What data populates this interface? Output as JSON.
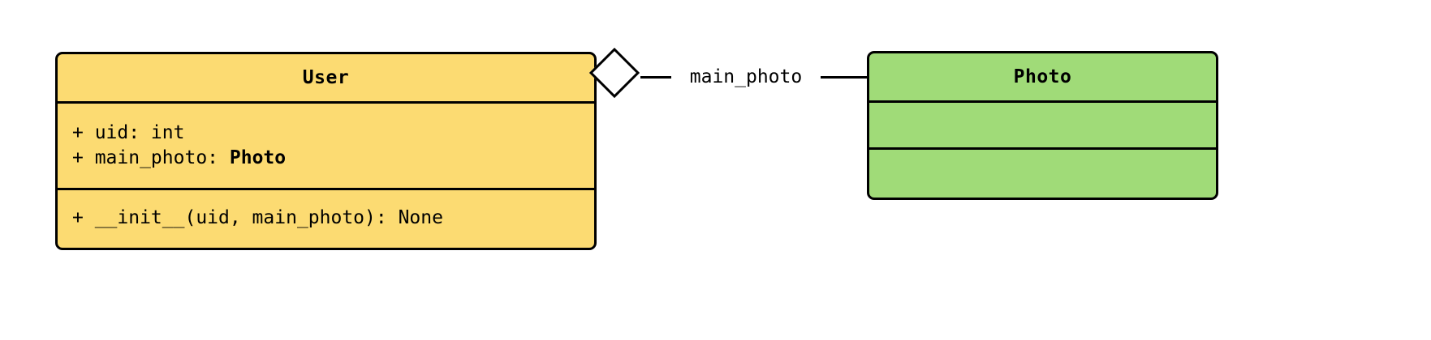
{
  "diagram": {
    "type": "uml-class-diagram",
    "background": "#ffffff",
    "classes": [
      {
        "id": "user",
        "name": "User",
        "color": "#fcdb72",
        "attributes": [
          {
            "visibility": "+",
            "text": "+ uid: int",
            "prefix": "+ uid: int",
            "type_ref": ""
          },
          {
            "visibility": "+",
            "text": "+ main_photo: Photo",
            "prefix": "+ main_photo: ",
            "type_ref": "Photo"
          }
        ],
        "methods": [
          {
            "visibility": "+",
            "text": "+ __init__(uid, main_photo): None",
            "prefix": "+ __init__(uid, main_photo): None",
            "type_ref": ""
          }
        ]
      },
      {
        "id": "photo",
        "name": "Photo",
        "color": "#a0db78",
        "attributes": [],
        "methods": []
      }
    ],
    "relationships": [
      {
        "id": "user-main-photo",
        "kind": "aggregation",
        "source": "User",
        "target": "Photo",
        "marker": "hollow-diamond",
        "label": "main_photo"
      }
    ]
  }
}
